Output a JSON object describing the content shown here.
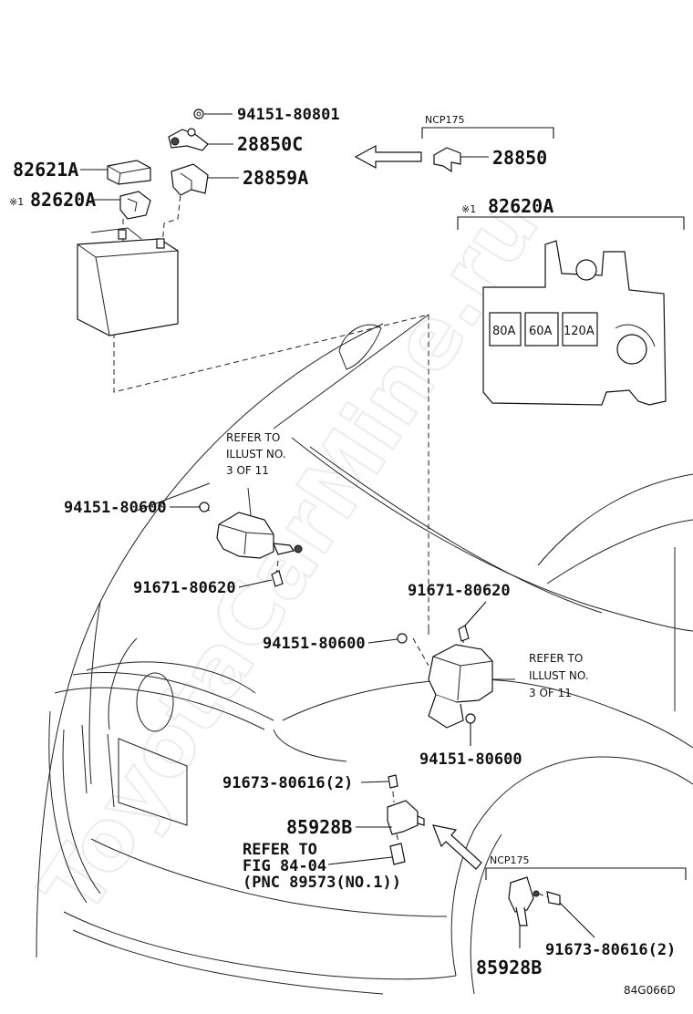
{
  "watermark": "ToyotaCarMine.ru",
  "diagram_code": "84G066D",
  "parts": {
    "nut_top": "94151-80801",
    "clamp_c": "28850C",
    "holder_a": "28859A",
    "cover": "82621A",
    "fuse_block_prefix": "※1",
    "fuse_block": "82620A",
    "ncp_clamp": "28850",
    "left_nut": "94151-80600",
    "left_bolt": "91671-80620",
    "right_bolt": "91671-80620",
    "right_nut_top": "94151-80600",
    "right_nut_bottom": "94151-80600",
    "horn_bolt": "91673-80616(2)",
    "horn": "85928B",
    "ncp_horn_bolt": "91673-80616(2)",
    "ncp_horn": "85928B"
  },
  "notes": {
    "ncp_label_top": "NCP175",
    "ncp_label_bottom": "NCP175",
    "fuse_detail_prefix": "※1",
    "fuse_detail_part": "82620A",
    "refer_left": [
      "REFER TO",
      "ILLUST NO.",
      "3 OF 11"
    ],
    "refer_right": [
      "REFER TO",
      "ILLUST NO.",
      "3 OF 11"
    ],
    "refer_fig": [
      "REFER TO",
      "FIG 84-04",
      "(PNC 89573(NO.1))"
    ]
  },
  "fuses": [
    "80A",
    "60A",
    "120A"
  ]
}
